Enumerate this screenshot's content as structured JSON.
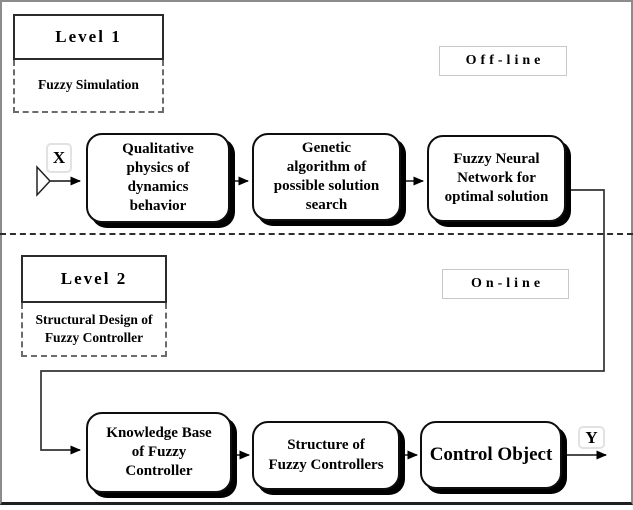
{
  "diagram": {
    "kind": "two-level fuzzy control system flowchart"
  },
  "levels": {
    "level1": {
      "title": "Level 1",
      "subtitle": "Fuzzy Simulation",
      "mode_label": "Off-line"
    },
    "level2": {
      "title": "Level 2",
      "subtitle": "Structural Design of\nFuzzy Controller",
      "mode_label": "On-line"
    }
  },
  "io": {
    "input_label": "X",
    "output_label": "Y"
  },
  "offline_flow": {
    "qualitative_physics": "Qualitative\nphysics of\ndynamics\nbehavior",
    "genetic_algorithm": "Genetic\nalgorithm of\npossible solution\nsearch",
    "fuzzy_neural_network": "Fuzzy Neural\nNetwork for\noptimal solution"
  },
  "online_flow": {
    "knowledge_base": "Knowledge Base\nof Fuzzy\nController",
    "structure_controllers": "Structure of\nFuzzy Controllers",
    "control_object": "Control Object"
  },
  "colors": {
    "box_border": "#0e0e0e",
    "box_shadow": "#000000",
    "connector": "#333333",
    "arrowhead": "#000000",
    "frame_border": "#8c8c8c",
    "frame_bottom": "#1f1f1f",
    "dashed_border": "#6b6b6b",
    "mode_box_border": "#c9c9c9",
    "background": "#ffffff"
  }
}
